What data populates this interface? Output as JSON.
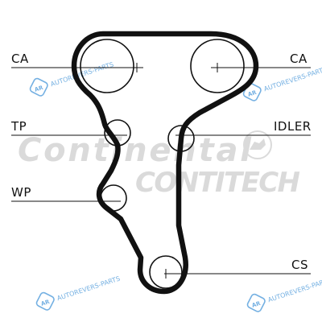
{
  "labels": {
    "ca_left": "CA",
    "ca_right": "CA",
    "tp": "TP",
    "idler": "IDLER",
    "wp": "WP",
    "cs": "CS"
  },
  "watermarks": {
    "autorevers": "AUTOREVERS-PARTS",
    "badge": "AR",
    "continental": "Continental",
    "contitech": "CONTITECH"
  },
  "colors": {
    "belt": "#111111",
    "line": "#111111",
    "watermark_blue": "#3a8fd6",
    "watermark_gray": "#c8c8c8"
  }
}
